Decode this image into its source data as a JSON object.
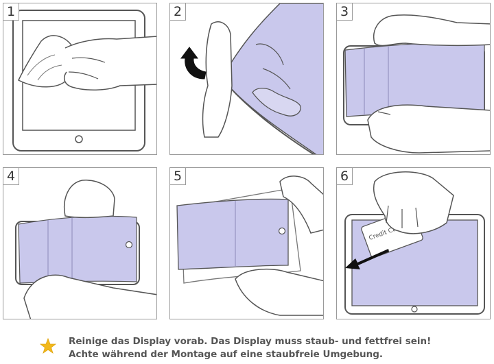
{
  "steps": [
    {
      "number": "1"
    },
    {
      "number": "2"
    },
    {
      "number": "3"
    },
    {
      "number": "4"
    },
    {
      "number": "5"
    },
    {
      "number": "6"
    }
  ],
  "card_label": "Credit Card",
  "footer": {
    "icon": "star-icon",
    "line1": "Reinige das Display vorab. Das Display muss staub- und fettfrei sein!",
    "line2": "Achte während der Montage auf eine staubfreie Umgebung."
  },
  "colors": {
    "film": "#c9c8ec",
    "outline": "#555555",
    "star": "#f2b81a",
    "arrow": "#111111"
  }
}
